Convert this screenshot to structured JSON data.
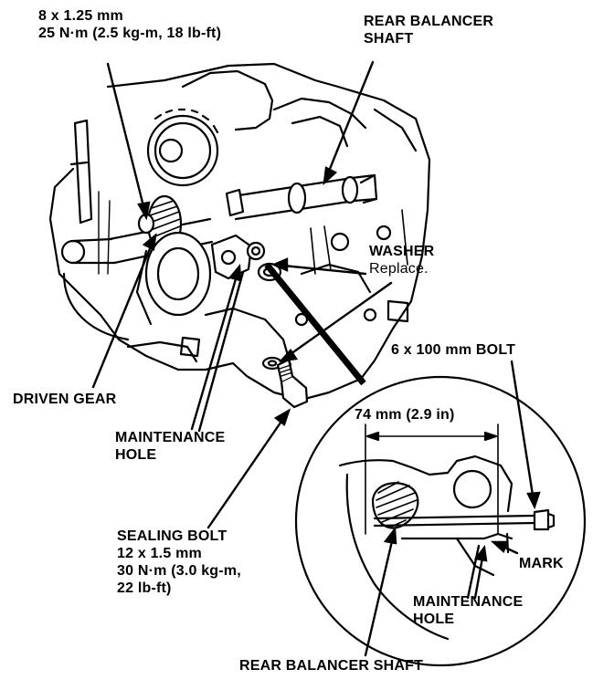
{
  "colors": {
    "ink": "#000000",
    "paper": "#ffffff"
  },
  "labels": {
    "top_spec": {
      "line1": "8 x 1.25 mm",
      "line2": "25 N·m (2.5 kg-m, 18 lb-ft)"
    },
    "rear_balancer_top": {
      "line1": "REAR BALANCER",
      "line2": "SHAFT"
    },
    "washer": {
      "line1": "WASHER",
      "line2": "Replace."
    },
    "bolt_6x100": "6 x 100 mm BOLT",
    "driven_gear": "DRIVEN GEAR",
    "maintenance_hole_left": {
      "line1": "MAINTENANCE",
      "line2": "HOLE"
    },
    "dimension": "74 mm (2.9 in)",
    "mark": "MARK",
    "sealing_bolt": {
      "line1": "SEALING BOLT",
      "line2": "12 x 1.5 mm",
      "line3": "30 N·m (3.0 kg-m,",
      "line4": "22 lb-ft)"
    },
    "maintenance_hole_right": {
      "line1": "MAINTENANCE",
      "line2": "HOLE"
    },
    "rear_balancer_bottom": "REAR BALANCER SHAFT"
  },
  "icons": {
    "engine": "engine-block-illustration-icon",
    "detail": "detail-view-circle-icon"
  }
}
